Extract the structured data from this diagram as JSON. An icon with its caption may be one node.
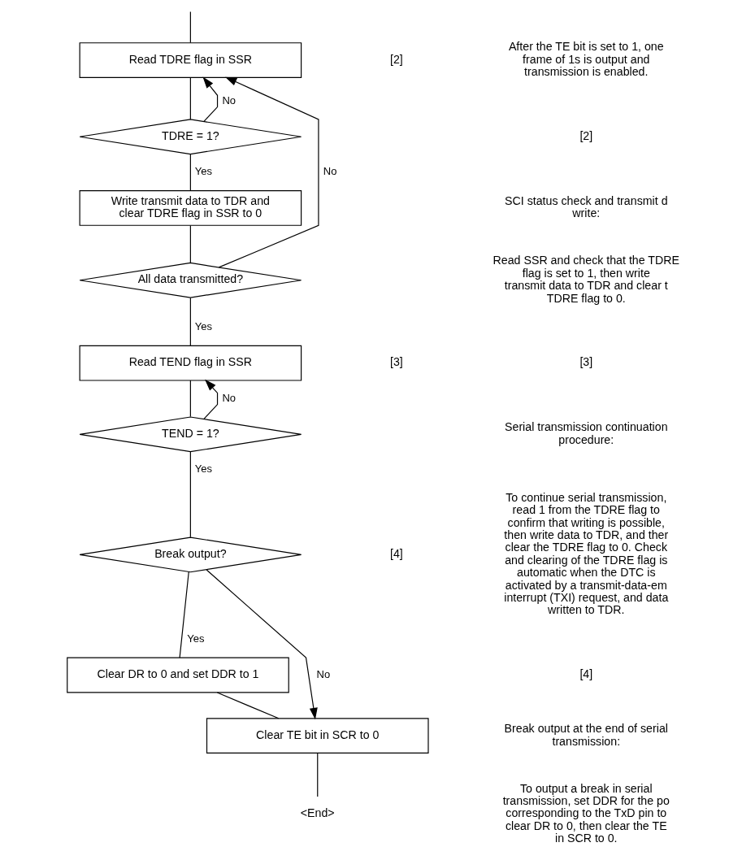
{
  "diagram": {
    "nodes": [
      {
        "text": [
          "Read TDRE flag in SSR"
        ]
      },
      {
        "text": [
          "TDRE = 1?"
        ]
      },
      {
        "text": [
          "Write transmit data to TDR and clear TDRE flag in SSR to 0"
        ]
      },
      {
        "text": [
          "All data transmitted?"
        ]
      },
      {
        "text": [
          "Read TEND flag in SSR"
        ]
      },
      {
        "text": [
          "TEND = 1?"
        ]
      },
      {
        "text": [
          "Break output?"
        ]
      },
      {
        "text": [
          "Clear DR to 0 and set DDR to 1"
        ]
      },
      {
        "text": [
          "Clear TE bit in SCR to 0"
        ]
      },
      {
        "text": [
          "<End>"
        ]
      }
    ],
    "edges": [
      {
        "from": null,
        "to": 0,
        "arrow": "none"
      },
      {
        "from": 0,
        "to": 1,
        "arrow": "none"
      },
      {
        "from": 1,
        "to": 0,
        "label": "No",
        "arrow": "to"
      },
      {
        "from": 1,
        "to": 2,
        "label": "Yes",
        "arrow": "none"
      },
      {
        "from": 2,
        "to": 3,
        "arrow": "none"
      },
      {
        "from": 3,
        "to": 0,
        "label": "No",
        "arrow": "to"
      },
      {
        "from": 3,
        "to": 4,
        "label": "Yes",
        "arrow": "none"
      },
      {
        "from": 4,
        "to": 5,
        "arrow": "none"
      },
      {
        "from": 5,
        "to": 4,
        "label": "No",
        "arrow": "to"
      },
      {
        "from": 5,
        "to": 6,
        "label": "Yes",
        "arrow": "none"
      },
      {
        "from": 6,
        "to": 7,
        "label": "Yes",
        "arrow": "none"
      },
      {
        "from": 6,
        "to": 8,
        "label": "No",
        "arrow": "to"
      },
      {
        "from": 7,
        "to": 8,
        "arrow": "none"
      },
      {
        "from": 8,
        "to": 9,
        "arrow": "none"
      }
    ],
    "labels": [
      "[2]",
      "After the TE bit is set to 1, one frame of 1s is output and transmission is enabled.",
      "[2]",
      "SCI status check and transmit d write:",
      "Read SSR and check that the TDRE flag is set to 1, then write transmit data to TDR and clear t TDRE flag to 0.",
      "[3]",
      "Serial transmission continuation procedure:",
      "To continue serial transmission, read 1 from the TDRE flag to confirm that writing is possible, then write data to TDR, and ther clear the TDRE flag to 0. Check and clearing of the TDRE flag is automatic when the DTC is activated by a transmit-data-em interrupt (TXI) request, and data written to TDR.",
      "[3]",
      "[4]",
      "Break output at the end of serial transmission:",
      "To output a break in serial transmission, set DDR for the po corresponding to the TxD pin to clear DR to 0, then clear the TE in SCR to 0.",
      "[4]"
    ]
  }
}
